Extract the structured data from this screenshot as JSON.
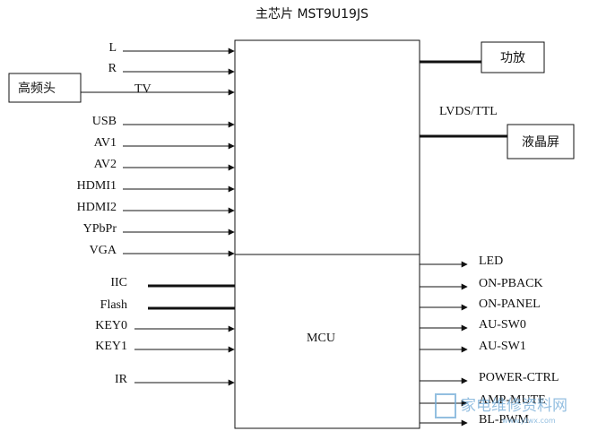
{
  "title": "主芯片 MST9U19JS",
  "tuner": "高频头",
  "tv": "TV",
  "mcu": "MCU",
  "amp": "功放",
  "panel": "液晶屏",
  "lvds": "LVDS/TTL",
  "inputs_top": [
    "L",
    "R",
    "USB",
    "AV1",
    "AV2",
    "HDMI1",
    "HDMI2",
    "YPbPr",
    "VGA"
  ],
  "inputs_bottom": [
    {
      "label": "IIC",
      "style": "bus"
    },
    {
      "label": "Flash",
      "style": "bus"
    },
    {
      "label": "KEY0",
      "style": "arrow"
    },
    {
      "label": "KEY1",
      "style": "arrow"
    },
    {
      "label": "IR",
      "style": "arrow"
    }
  ],
  "outputs": [
    "LED",
    "ON-PBACK",
    "ON-PANEL",
    "AU-SW0",
    "AU-SW1",
    "POWER-CTRL",
    "AMP-MUTE",
    "BL-PWM"
  ],
  "watermark": {
    "text": "家电维修资料网",
    "url": "www.jdwx.com"
  }
}
